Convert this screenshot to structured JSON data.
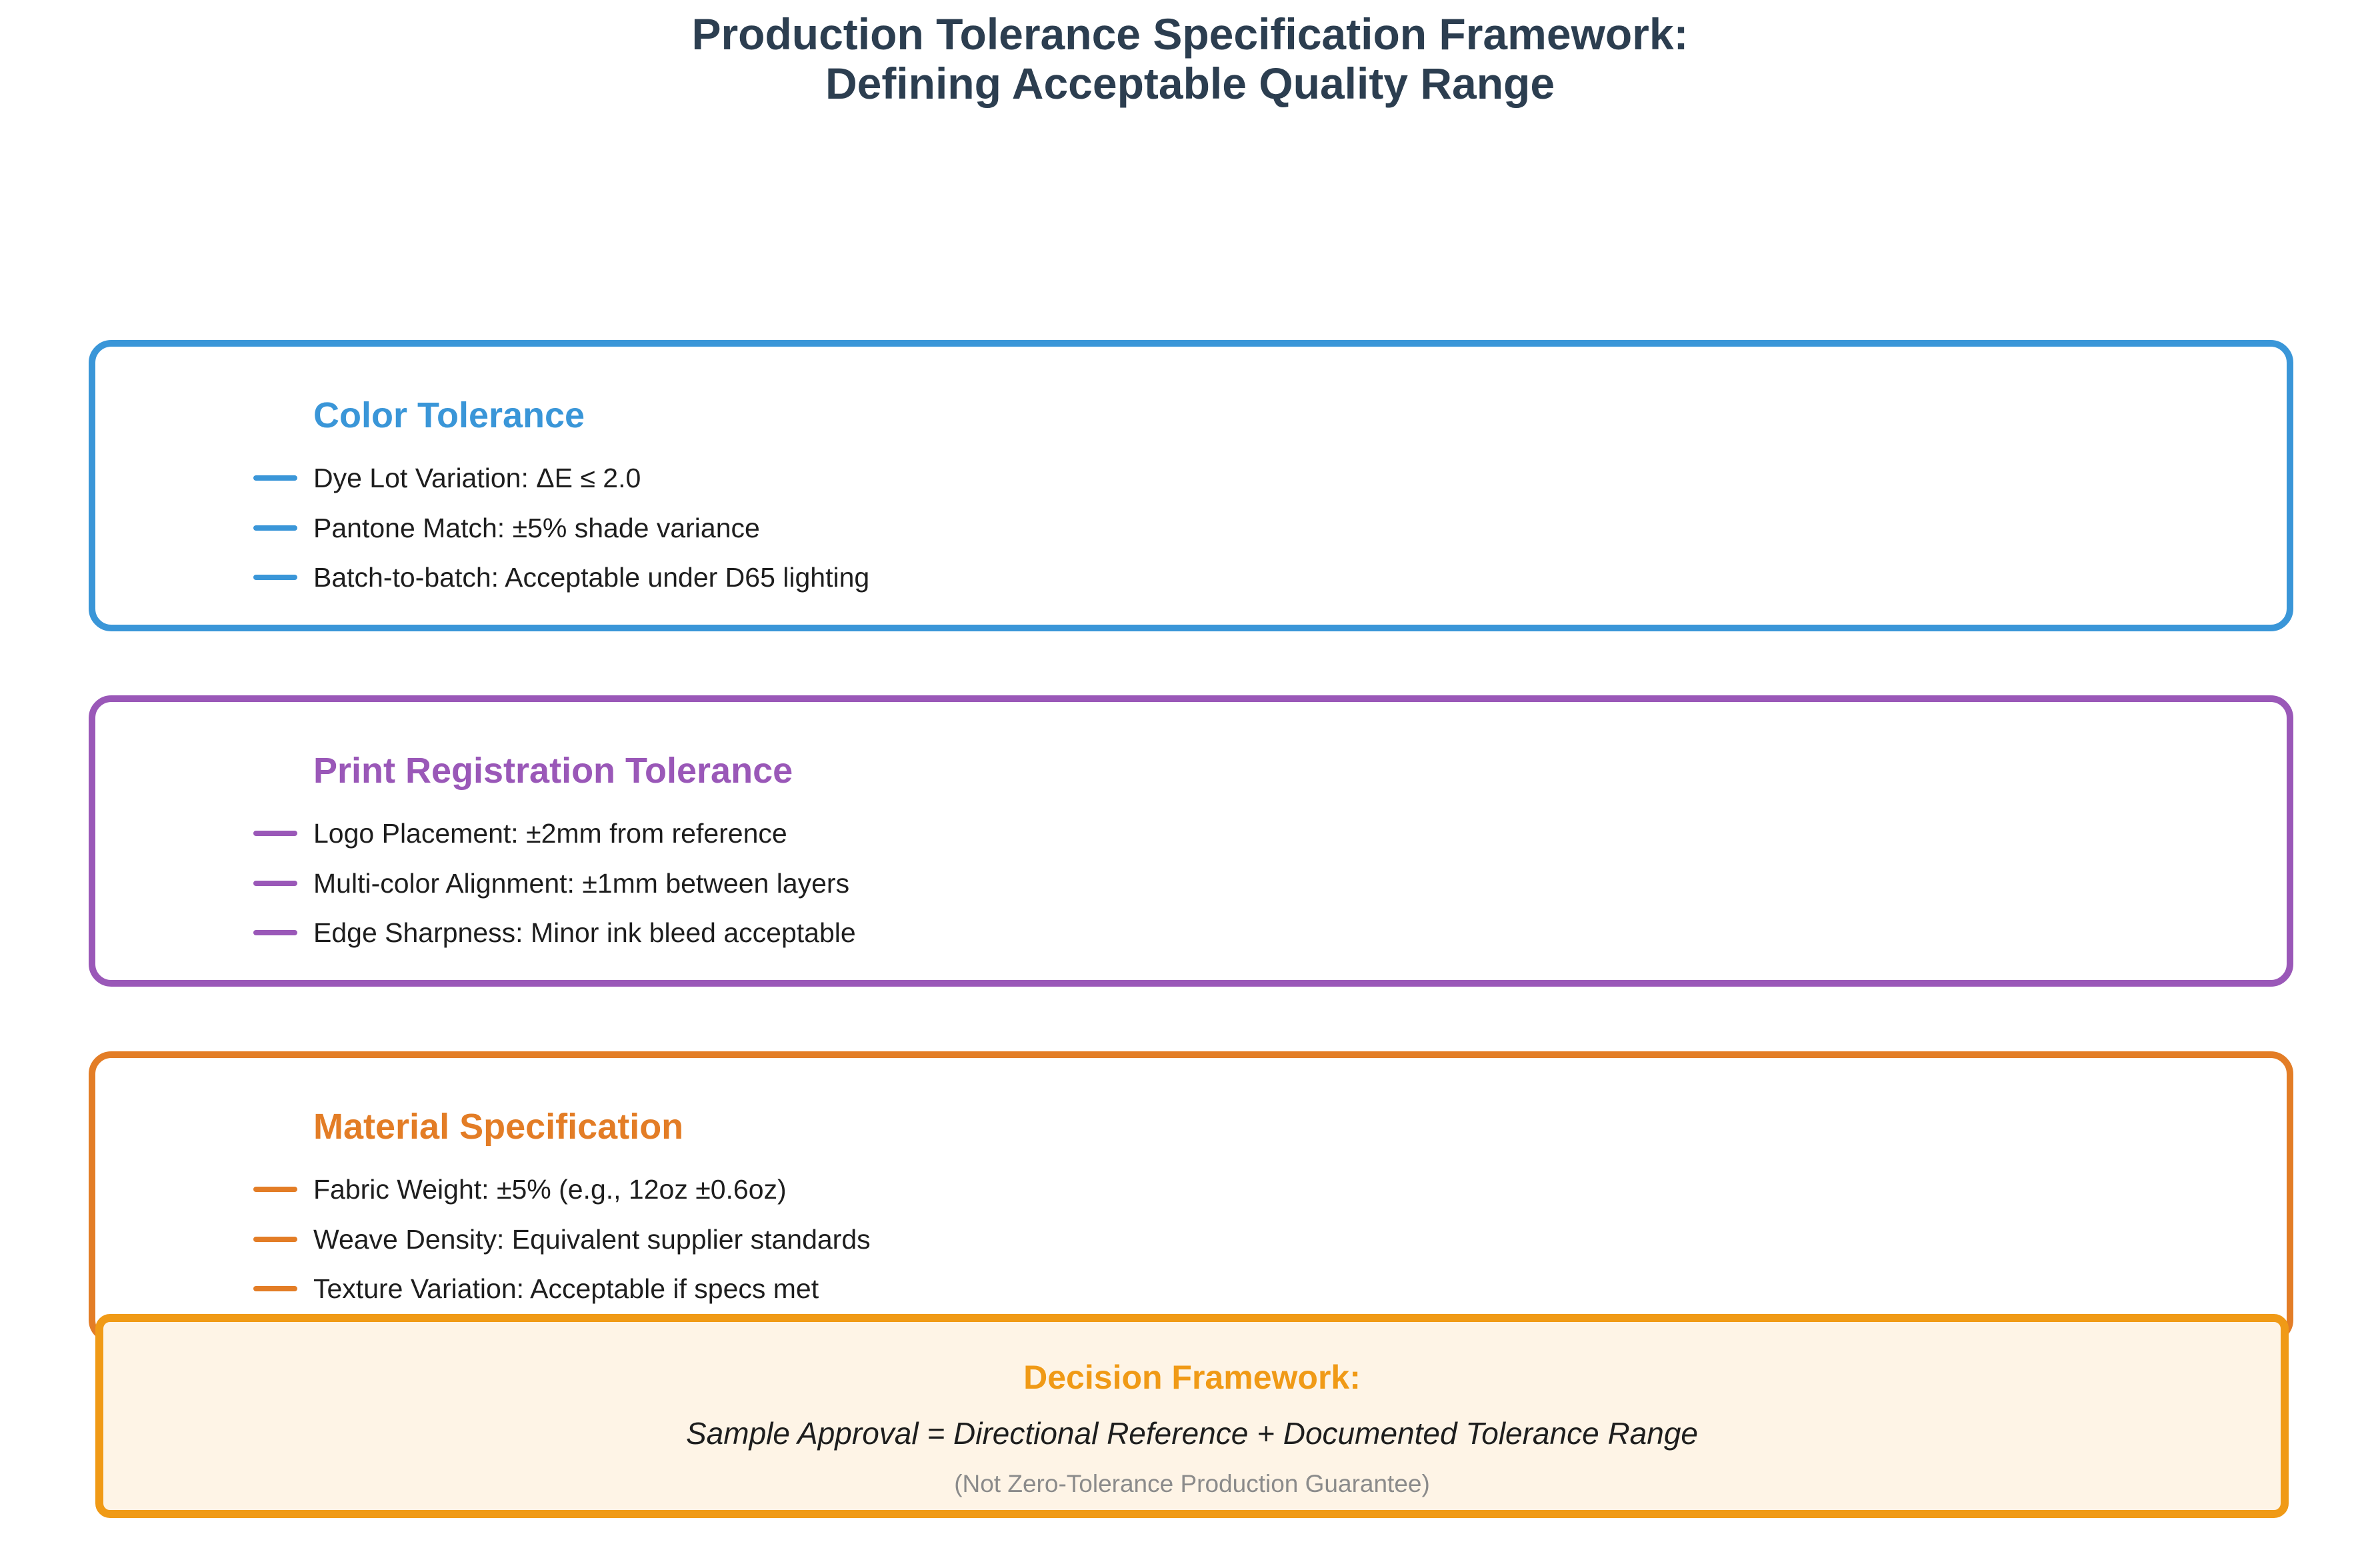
{
  "title": {
    "line1": "Production Tolerance Specification Framework:",
    "line2": "Defining Acceptable Quality Range"
  },
  "colors": {
    "title": "#2c3e50",
    "color_tolerance": "#3a96d8",
    "print_registration": "#9a58b8",
    "material_specification": "#e37d26",
    "decision": "#f09a16",
    "decision_background": "#fef4e6"
  },
  "cards": [
    {
      "heading": "Color Tolerance",
      "color": "#3a96d8",
      "items": [
        "Dye Lot Variation: ΔE ≤ 2.0",
        "Pantone Match: ±5% shade variance",
        "Batch-to-batch: Acceptable under D65 lighting"
      ]
    },
    {
      "heading": "Print Registration Tolerance",
      "color": "#9a58b8",
      "items": [
        "Logo Placement: ±2mm from reference",
        "Multi-color Alignment: ±1mm between layers",
        "Edge Sharpness: Minor ink bleed acceptable"
      ]
    },
    {
      "heading": "Material Specification",
      "color": "#e37d26",
      "items": [
        "Fabric Weight: ±5% (e.g., 12oz ±0.6oz)",
        "Weave Density: Equivalent supplier standards",
        "Texture Variation: Acceptable if specs met"
      ]
    }
  ],
  "decision": {
    "heading": "Decision Framework:",
    "formula": "Sample Approval = Directional Reference + Documented Tolerance Range",
    "note": "(Not Zero-Tolerance Production Guarantee)"
  }
}
